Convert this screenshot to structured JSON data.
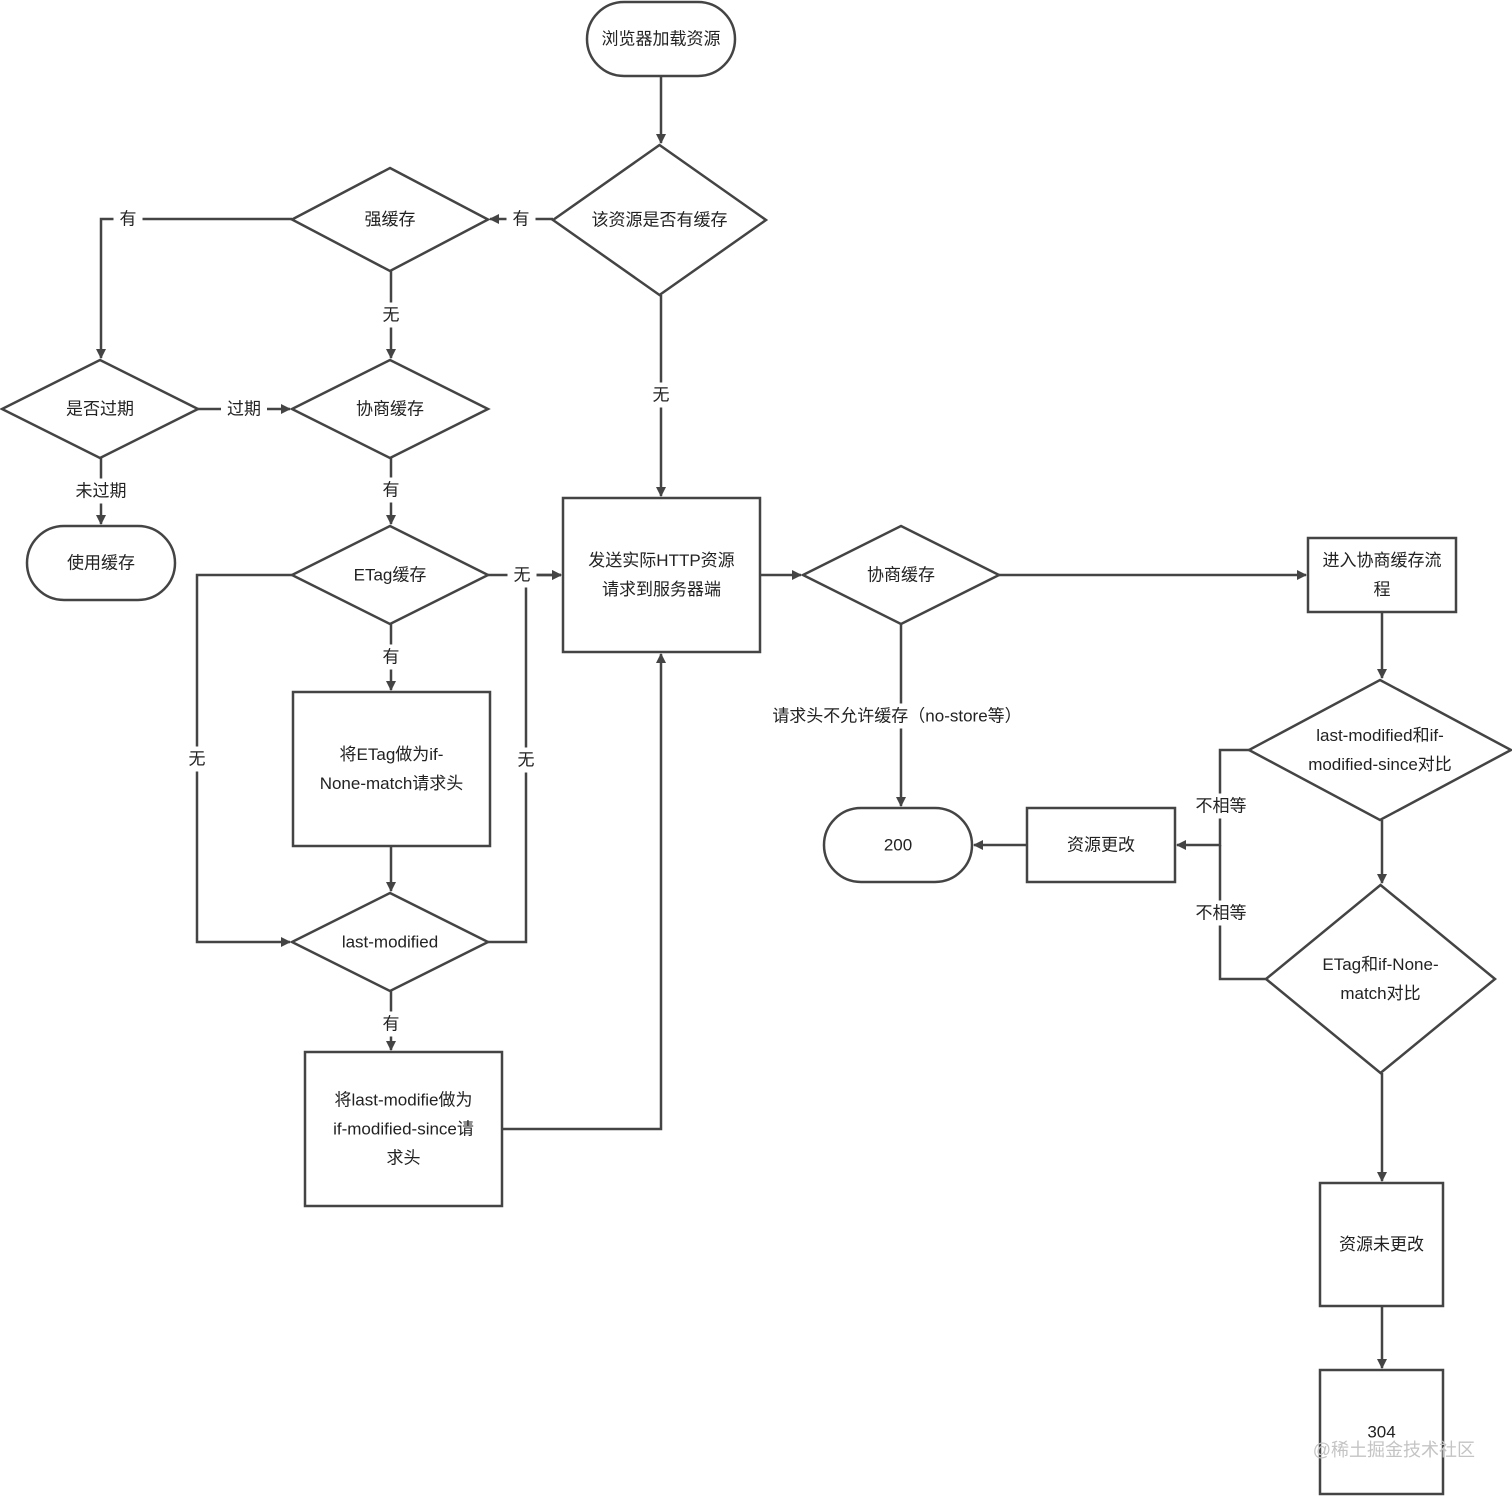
{
  "colors": {
    "stroke": "#444444",
    "text": "#222222",
    "background": "#ffffff",
    "watermark": "#c4c4c4"
  },
  "nodes": {
    "start": [
      "浏览器加载资源"
    ],
    "has_cache": [
      "该资源是否有缓存"
    ],
    "strong_cache": [
      "强缓存"
    ],
    "expired_check": [
      "是否过期"
    ],
    "negotiate_cache": [
      "协商缓存"
    ],
    "use_cache": [
      "使用缓存"
    ],
    "etag_cache": [
      "ETag缓存"
    ],
    "send_request": [
      "发送实际HTTP资源",
      "请求到服务器端"
    ],
    "negotiate_cache_2": [
      "协商缓存"
    ],
    "enter_negotiate": [
      "进入协商缓存流",
      "程"
    ],
    "etag_header": [
      "将ETag做为if-",
      "None-match请求头"
    ],
    "last_modified": [
      "last-modified"
    ],
    "lm_header": [
      "将last-modifie做为",
      "if-modified-since请",
      "求头"
    ],
    "lm_compare": [
      "last-modified和if-",
      "modified-since对比"
    ],
    "status_200": [
      "200"
    ],
    "resource_changed": [
      "资源更改"
    ],
    "etag_compare": [
      "ETag和if-None-",
      "match对比"
    ],
    "resource_unchanged": [
      "资源未更改"
    ],
    "status_304": [
      "304"
    ]
  },
  "edge_labels": {
    "has_to_strong": "有",
    "has_to_request": "无",
    "strong_to_expired": "有",
    "strong_to_negotiate": "无",
    "expired_to_negotiate": "过期",
    "expired_to_use": "未过期",
    "negotiate_to_etag": "有",
    "etag_to_request": "无",
    "etag_to_header": "有",
    "etag_to_lm_side": "无",
    "lm_to_request": "无",
    "lm_to_header": "有",
    "negotiate2_to_200": "请求头不允许缓存（no-store等）",
    "lm_compare_not_equal": "不相等",
    "etag_compare_not_equal": "不相等"
  },
  "watermark": "@稀土掘金技术社区"
}
